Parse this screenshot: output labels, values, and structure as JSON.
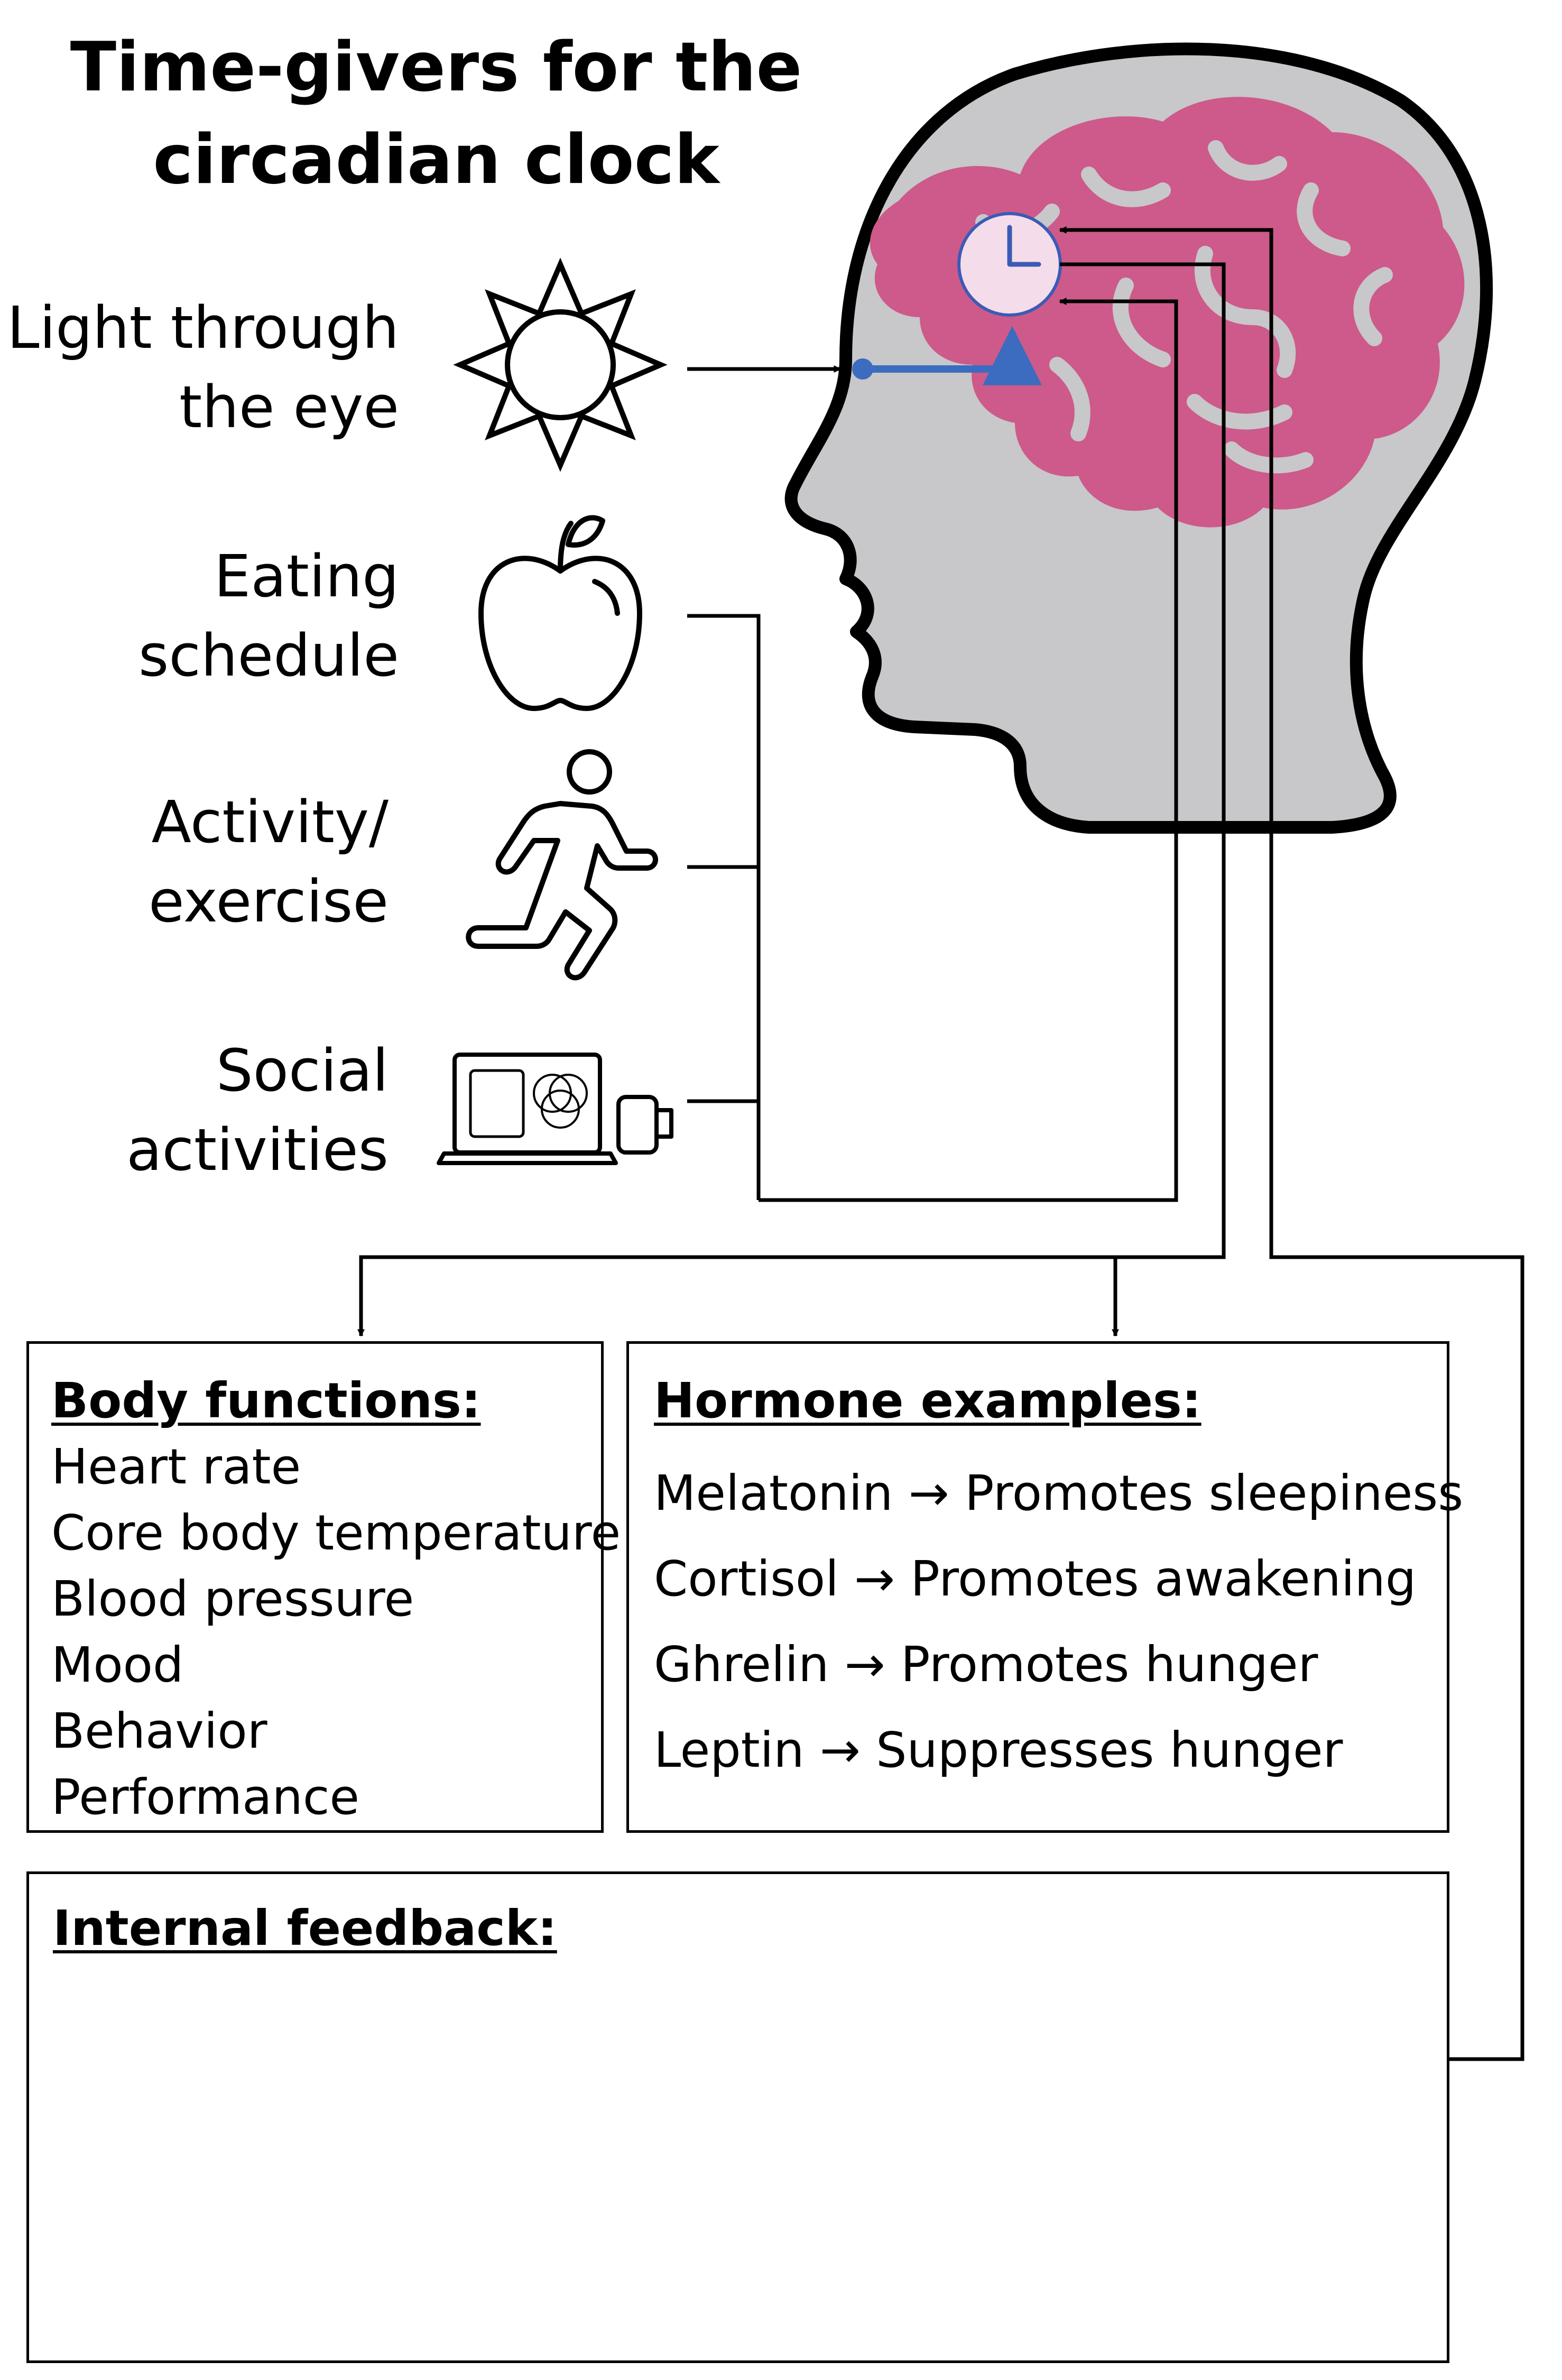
{
  "title_lines": [
    "Time-givers for the",
    "circadian clock"
  ],
  "time_givers": [
    {
      "icon": "sun-icon",
      "lines": [
        "Light through",
        "the eye"
      ]
    },
    {
      "icon": "apple-icon",
      "lines": [
        "Eating",
        "schedule"
      ]
    },
    {
      "icon": "running-person-icon",
      "lines": [
        "Activity/",
        "exercise"
      ]
    },
    {
      "icon": "laptop-coffee-icon",
      "lines": [
        "Social",
        "activities"
      ]
    }
  ],
  "body_functions": {
    "heading": "Body functions:",
    "items": [
      "Heart rate",
      "Core body temperature",
      "Blood pressure",
      "Mood",
      "Behavior",
      "Performance"
    ]
  },
  "hormones": {
    "heading": "Hormone examples:",
    "items": [
      "Melatonin → Promotes sleepiness",
      "Cortisol → Promotes awakening",
      "Ghrelin → Promotes hunger",
      "Leptin → Suppresses hunger"
    ]
  },
  "internal_feedback": {
    "heading": "Internal feedback:"
  },
  "colors": {
    "head": "#c8c7c9",
    "brain": "#cd5a8a",
    "clock_face": "#f4dcea",
    "clock_hands": "#3b5bb5",
    "retina_path": "#3b6cc0",
    "lines": "#000000"
  }
}
